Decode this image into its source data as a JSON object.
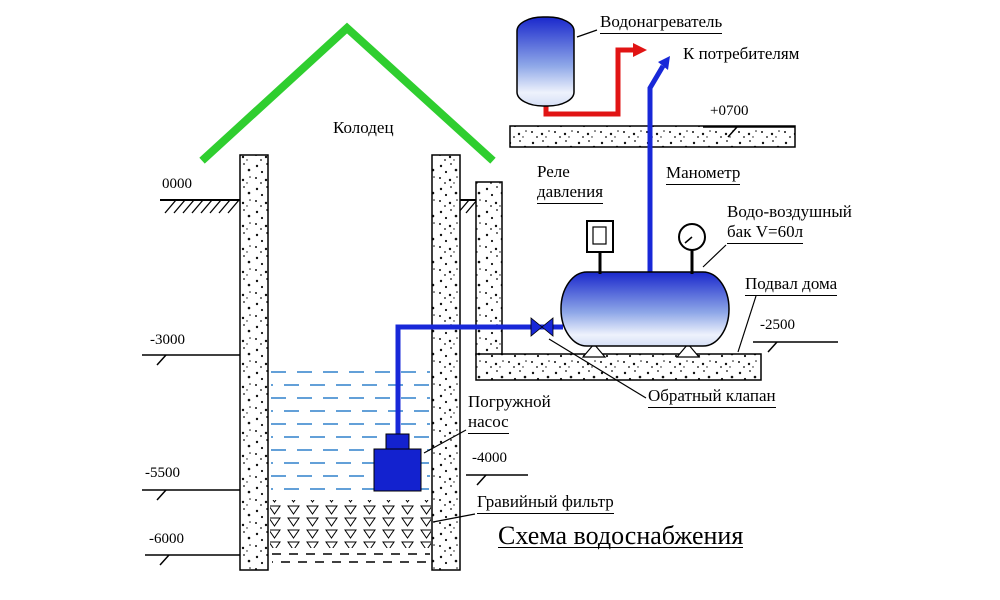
{
  "title": "Схема водоснабжения",
  "labels": {
    "water_heater": "Водонагреватель",
    "to_consumers": "К потребителям",
    "well": "Колодец",
    "pressure_relay_line1": "Реле",
    "pressure_relay_line2": "давления",
    "manometer": "Манометр",
    "air_tank_line1": "Водо-воздушный",
    "air_tank_line2": "бак V=60л",
    "basement": "Подвал дома",
    "check_valve": "Обратный клапан",
    "pump_line1": "Погружной",
    "pump_line2": "насос",
    "gravel_filter": "Гравийный фильтр"
  },
  "elevations": {
    "ground_level": "0000",
    "floor_level": "+0700",
    "basement_level": "-2500",
    "water_level": "-3000",
    "pump_level": "-4000",
    "filter_level": "-5500",
    "well_bottom": "-6000"
  },
  "colors": {
    "pipe_cold": "#1828d8",
    "pipe_hot": "#e11414",
    "roof": "#2fce2f",
    "pump": "#1322cf",
    "water_dashes": "#63a0d8"
  }
}
